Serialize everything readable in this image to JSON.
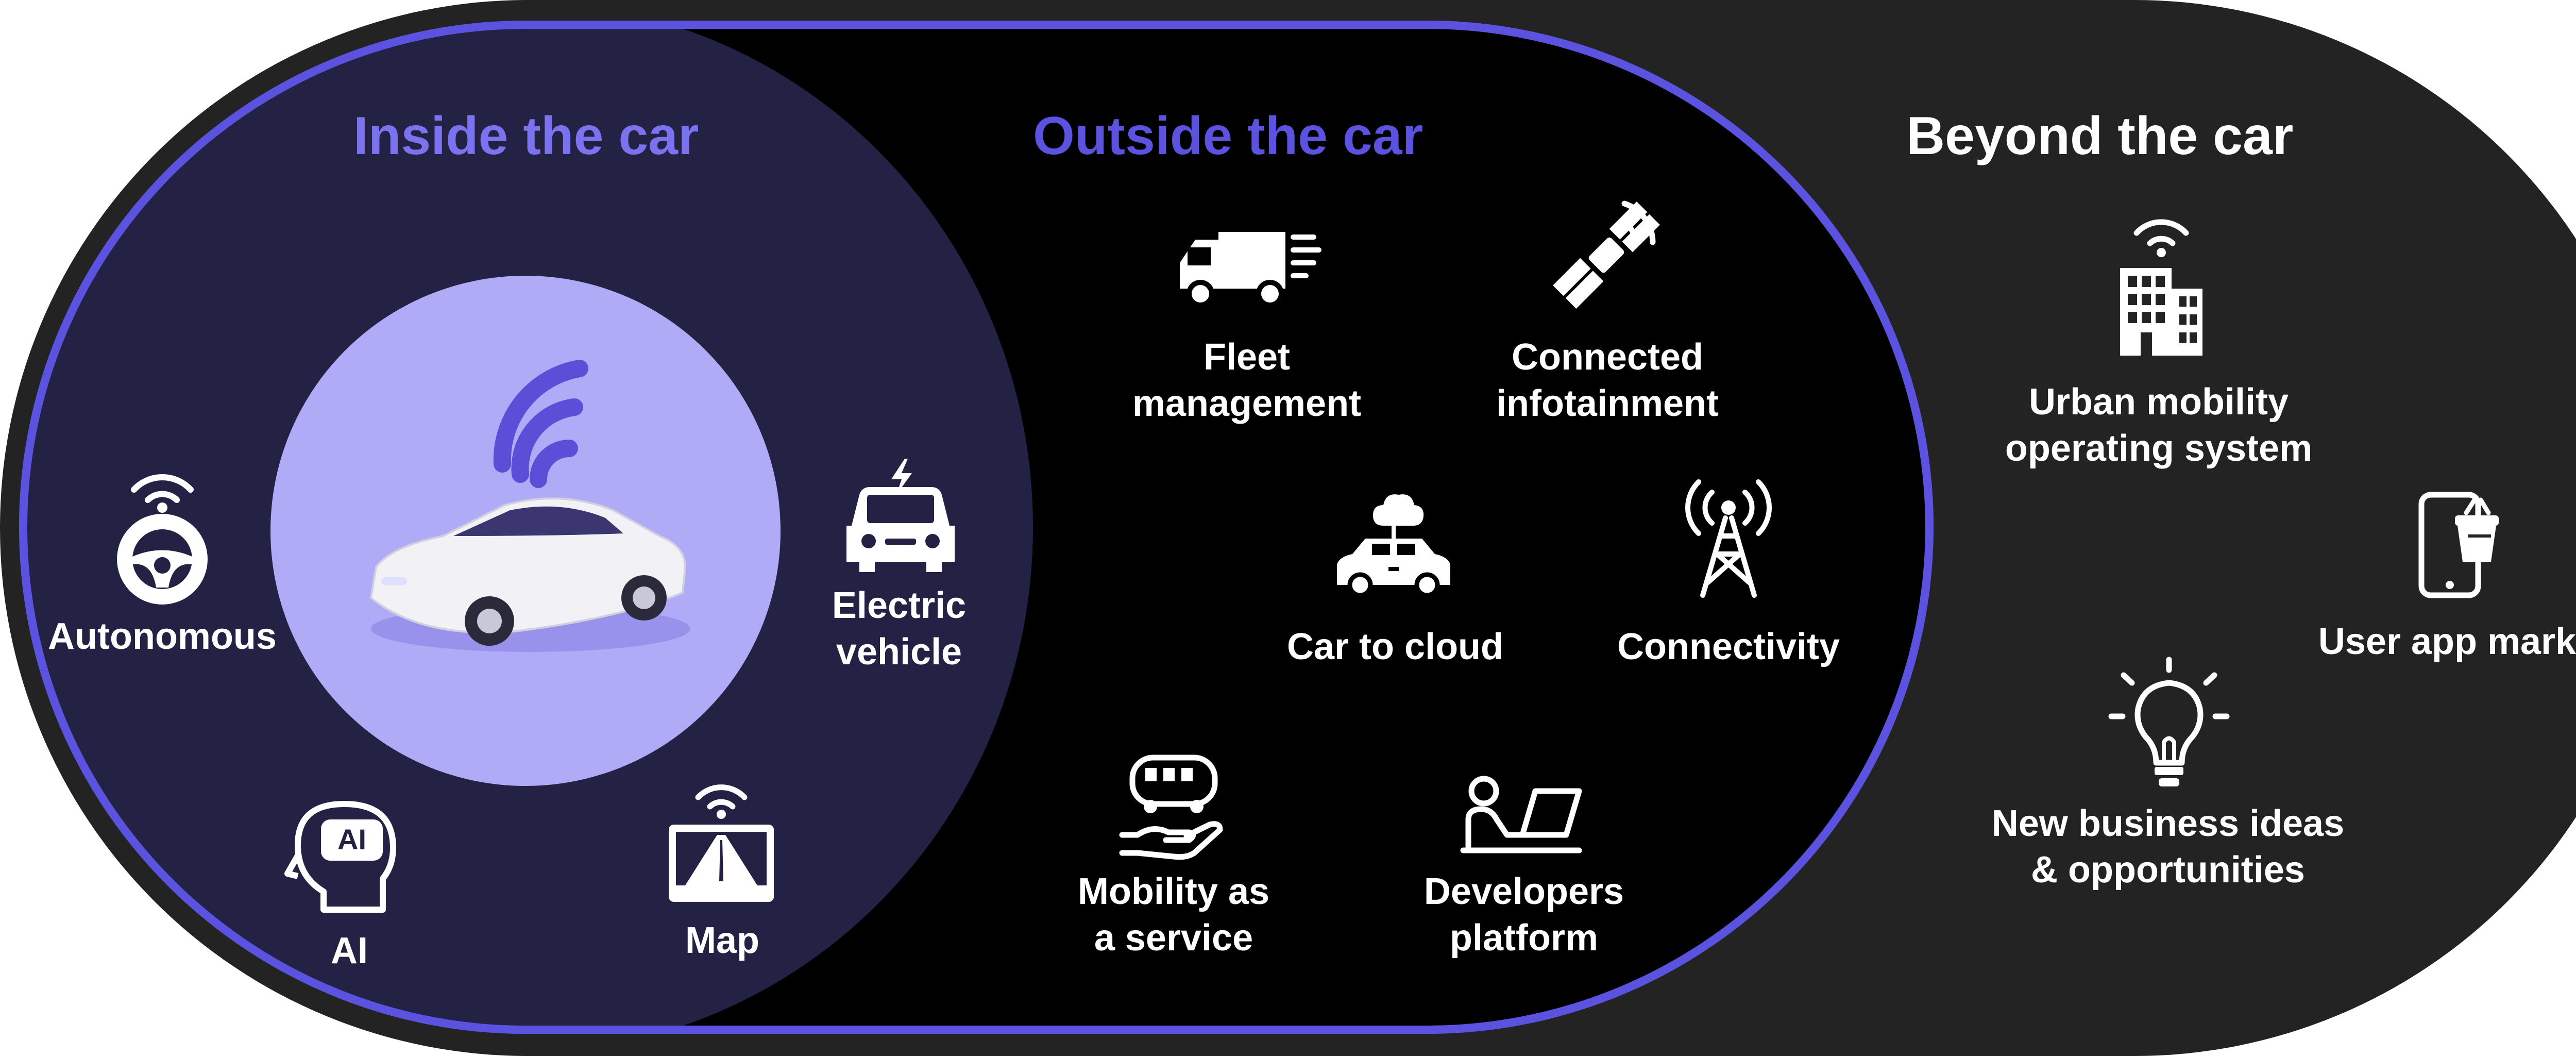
{
  "colors": {
    "outer_bg": "#232323",
    "middle_bg": "#000000",
    "inner_bg": "#232245",
    "accent": "#5b52e0",
    "heading_accent": "#7b72f0",
    "car_circle": "#b0abf6",
    "white": "#ffffff"
  },
  "sections": {
    "inside": {
      "title": "Inside the car",
      "items": [
        {
          "label": "Autonomous",
          "icon": "steering-wheel-wifi-icon"
        },
        {
          "label": "Electric vehicle",
          "line1": "Electric",
          "line2": "vehicle",
          "icon": "electric-car-icon"
        },
        {
          "label": "AI",
          "icon": "ai-head-icon"
        },
        {
          "label": "Map",
          "icon": "map-road-icon"
        }
      ],
      "center_icon": "connected-car-illustration"
    },
    "outside": {
      "title": "Outside the car",
      "items": [
        {
          "label": "Fleet management",
          "line1": "Fleet",
          "line2": "management",
          "icon": "delivery-truck-icon"
        },
        {
          "label": "Connected infotainment",
          "line1": "Connected",
          "line2": "infotainment",
          "icon": "satellite-icon"
        },
        {
          "label": "Car to cloud",
          "icon": "car-cloud-icon"
        },
        {
          "label": "Connectivity",
          "icon": "antenna-tower-icon"
        },
        {
          "label": "Mobility as a service",
          "line1": "Mobility as",
          "line2": "a service",
          "icon": "bus-hand-icon"
        },
        {
          "label": "Developers platform",
          "line1": "Developers",
          "line2": "platform",
          "icon": "developer-laptop-icon"
        }
      ]
    },
    "beyond": {
      "title": "Beyond the car",
      "items": [
        {
          "label": "Urban mobility operating system",
          "line1": "Urban mobility",
          "line2": "operating system",
          "icon": "city-building-wifi-icon"
        },
        {
          "label": "User app market",
          "icon": "phone-basket-icon"
        },
        {
          "label": "New business ideas & opportunities",
          "line1": "New business ideas",
          "line2": "& opportunities",
          "icon": "lightbulb-icon"
        }
      ]
    }
  }
}
